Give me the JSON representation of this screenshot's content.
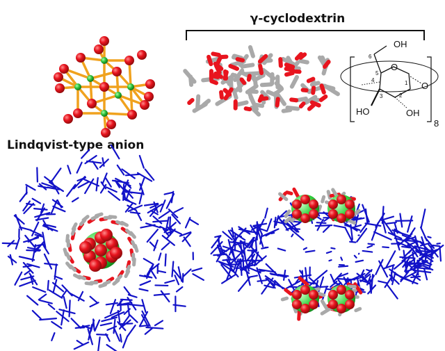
{
  "labels": {
    "gamma_cd": "γ-cyclodextrin",
    "lindqvist": "Lindqvist-type anion"
  },
  "structure_formula": {
    "oh_top": "OH",
    "ring_o": "O",
    "bridge_o": "O",
    "ho_left": "HO",
    "oh_right": "OH",
    "repeat": "8",
    "n1": "1",
    "n2": "2",
    "n3": "3",
    "n4": "4",
    "n5": "5",
    "n6": "6"
  },
  "colors": {
    "oxygen": "#e8141e",
    "metal": "#2bc03a",
    "bond": "#f0a21e",
    "carbon": "#a9a9a9",
    "framework": "#1212c8",
    "text": "#111111"
  }
}
